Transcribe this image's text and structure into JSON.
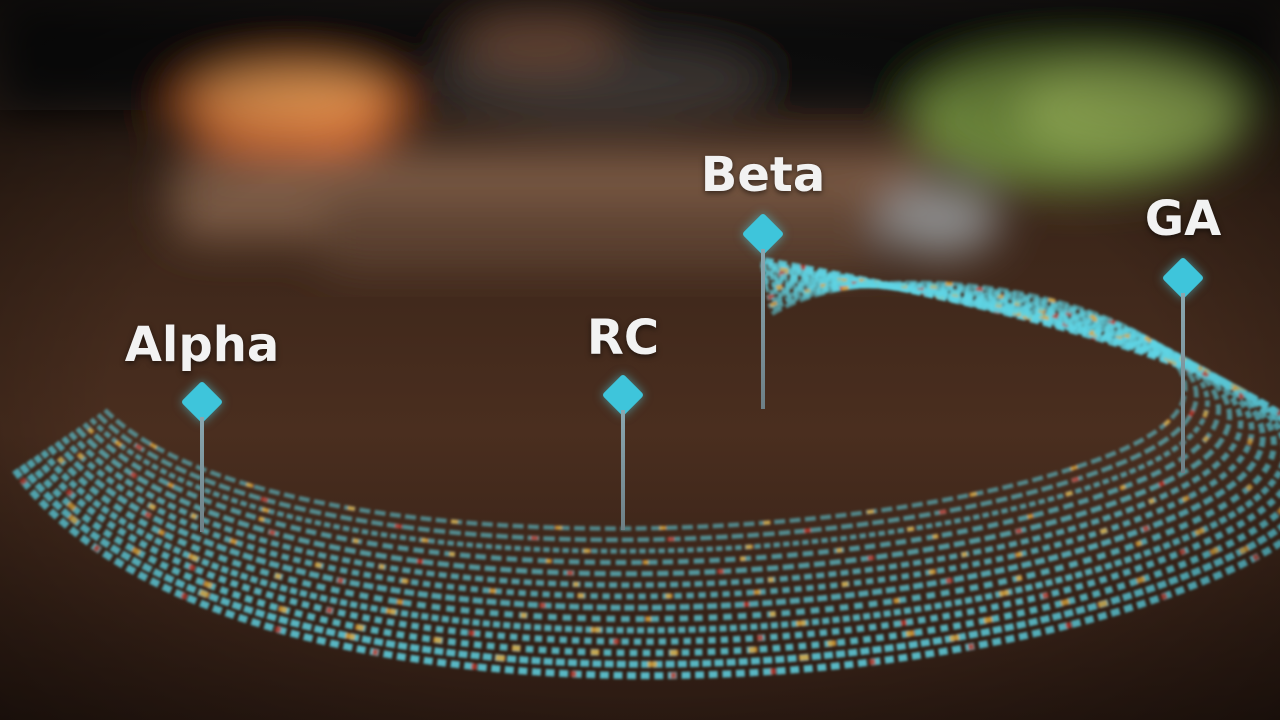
{
  "markers": [
    {
      "label": "Alpha"
    },
    {
      "label": "RC"
    },
    {
      "label": "Beta"
    },
    {
      "label": "GA"
    }
  ],
  "colors": {
    "pin": "#3ec5db",
    "trail_primary": "#5fd4e4",
    "trail_accent_warm": "#e0a63a",
    "trail_accent_red": "#c23a2a",
    "table": "#3a2519"
  }
}
